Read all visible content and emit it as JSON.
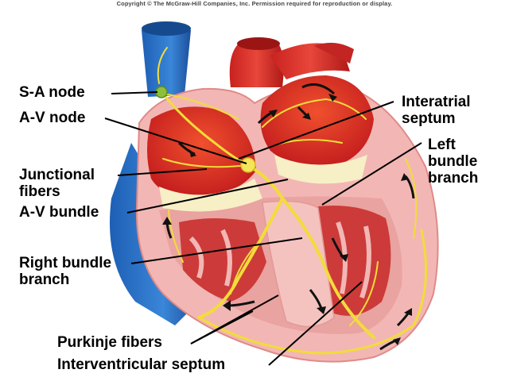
{
  "copyright": "Copyright © The McGraw-Hill Companies, Inc. Permission required for reproduction or display.",
  "labels": {
    "sa_node": "S-A node",
    "av_node": "A-V node",
    "junctional_line1": "Junctional",
    "junctional_line2": "fibers",
    "av_bundle": "A-V bundle",
    "right_bundle_line1": "Right bundle",
    "right_bundle_line2": "branch",
    "purkinje": "Purkinje fibers",
    "interventricular": "Interventricular septum",
    "interatrial_line1": "Interatrial",
    "interatrial_line2": "septum",
    "left_bundle_line1": "Left",
    "left_bundle_line2": "bundle",
    "left_bundle_line3": "branch"
  },
  "colors": {
    "vessel_blue": "#2a6fc4",
    "aorta_red": "#d8302a",
    "myocardium_pink": "#f2b7b4",
    "chamber_red": "#d4282a",
    "conduction_yellow": "#f2dc3a"
  }
}
